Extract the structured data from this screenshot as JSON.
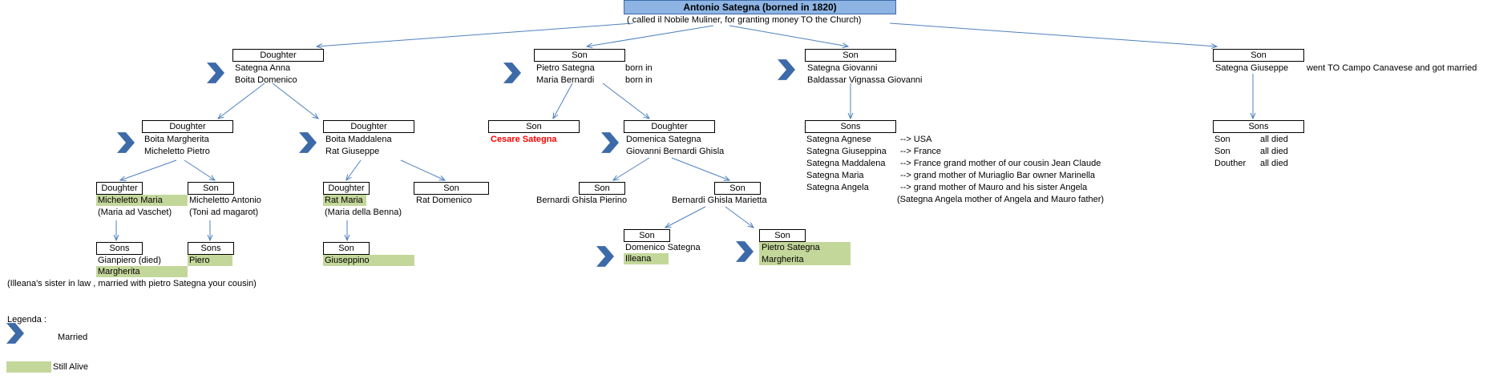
{
  "root": {
    "title": "Antonio Sategna (borned in 1820)",
    "subtitle": "( called il Nobile Muliner, for granting money TO the Church)"
  },
  "gen1": {
    "anna": {
      "header": "Doughter",
      "line1": "Sategna Anna",
      "line2": "Boita Domenico"
    },
    "pietro": {
      "header": "Son",
      "line1": "Pietro Sategna",
      "line2": "Maria Bernardi",
      "note1": "born in",
      "note2": "born in"
    },
    "giovanni": {
      "header": "Son",
      "line1": "Sategna Giovanni",
      "line2": "Baldassar Vignassa Giovanni"
    },
    "giuseppe": {
      "header": "Son",
      "line1": "Sategna Giuseppe",
      "note": "went TO Campo Canavese and got married"
    }
  },
  "gen2": {
    "margherita": {
      "header": "Doughter",
      "line1": "Boita Margherita",
      "line2": "Micheletto Pietro"
    },
    "maddalena": {
      "header": "Doughter",
      "line1": "Boita Maddalena",
      "line2": "Rat Giuseppe"
    },
    "cesare": {
      "header": "Son",
      "name": "Cesare Sategna"
    },
    "domenica": {
      "header": "Doughter",
      "line1": "Domenica Sategna",
      "line2": "Giovanni Bernardi Ghisla"
    },
    "giovanni_sons": {
      "header": "Sons",
      "rows": [
        {
          "name": "Sategna Agnese",
          "note": "--> USA"
        },
        {
          "name": "Sategna Giuseppina",
          "note": "--> France"
        },
        {
          "name": "Sategna Maddalena",
          "note": "--> France grand mother of our cousin Jean Claude"
        },
        {
          "name": "Sategna Maria",
          "note": "--> grand mother of Muriaglio Bar owner Marinella"
        },
        {
          "name": "Sategna Angela",
          "note": "--> grand mother of Mauro and his sister Angela"
        }
      ],
      "footnote": "(Sategna Angela mother of Angela and Mauro  father)"
    },
    "giuseppe_sons": {
      "header": "Sons",
      "rows": [
        {
          "name": "Son",
          "note": "all died"
        },
        {
          "name": "Son",
          "note": "all died"
        },
        {
          "name": "Douther",
          "note": "all died"
        }
      ]
    }
  },
  "gen3": {
    "micheletto_maria": {
      "header": "Doughter",
      "line1": "Micheletto Maria",
      "line2": "(Maria ad Vaschet)"
    },
    "micheletto_antonio": {
      "header": "Son",
      "line1": "Micheletto Antonio",
      "line2": "(Toni ad magarot)"
    },
    "rat_maria": {
      "header": "Doughter",
      "line1": "Rat Maria",
      "line2": "(Maria della Benna)"
    },
    "rat_domenico": {
      "header": "Son",
      "line1": "Rat Domenico"
    },
    "pierino": {
      "header": "Son",
      "line1": "Bernardi Ghisla Pierino"
    },
    "marietta": {
      "header": "Son",
      "line1": "Bernardi Ghisla Marietta"
    }
  },
  "gen4": {
    "maria_sons": {
      "header": "Sons",
      "line1": "Gianpiero   (died)",
      "line2": "Margherita",
      "note": "(Illeana's sister in law , married with pietro Sategna your cousin)"
    },
    "antonio_sons": {
      "header": "Sons",
      "line1": "Piero"
    },
    "rat_sons": {
      "header": "Son",
      "line1": "Giuseppino"
    },
    "domenico": {
      "header": "Son",
      "line1": "Domenico Sategna",
      "line2": "Illeana"
    },
    "pietro_jr": {
      "header": "Son",
      "line1": "Pietro Sategna",
      "line2": "Margherita"
    }
  },
  "legend": {
    "title": "Legenda :",
    "married": "Married",
    "alive": "Still Alive"
  },
  "colors": {
    "title_fill": "#8db4e3",
    "alive_fill": "#c4d79b",
    "arrow": "#4f81bd",
    "chevron": "#3d6aa8",
    "highlight_text": "#ff0000"
  },
  "icons": {
    "married": "chevron-right-icon"
  }
}
